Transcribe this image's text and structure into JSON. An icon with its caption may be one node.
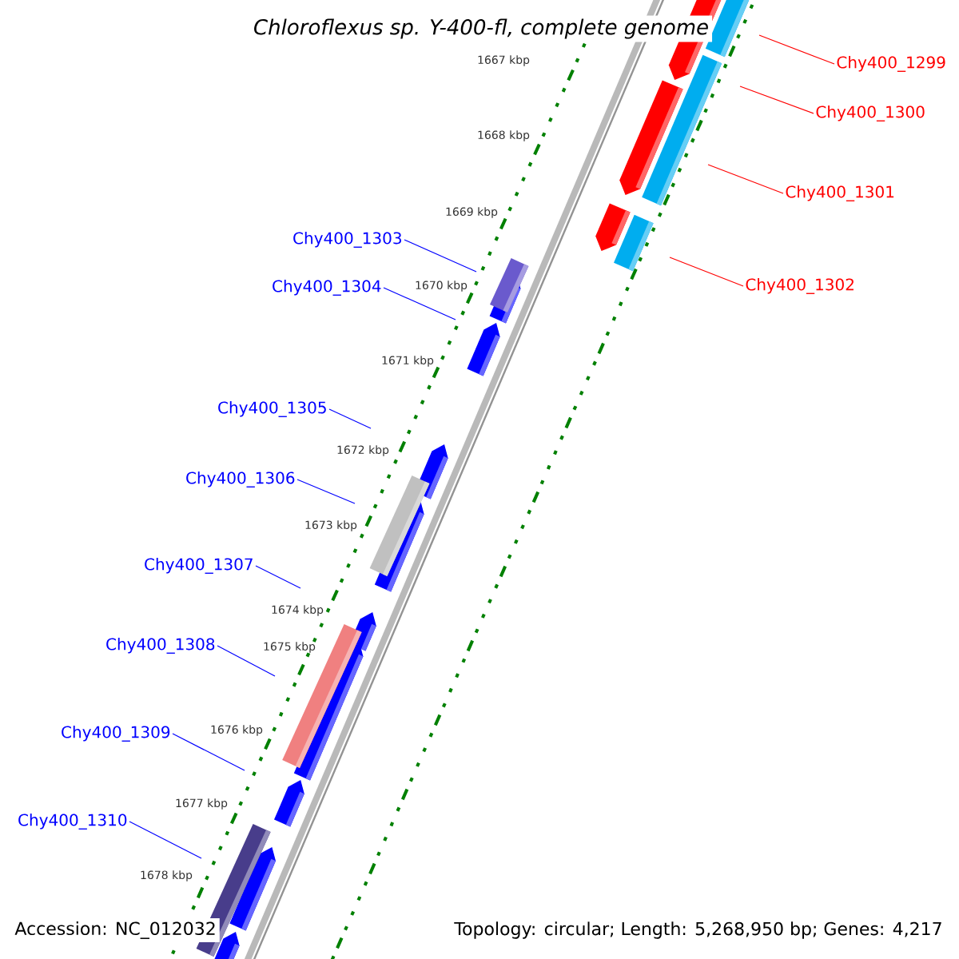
{
  "diagram": {
    "title": "Chloroflexus sp. Y-400-fl, complete genome",
    "nodes": [
      {
        "text": [
          "Chy400_1299"
        ]
      },
      {
        "text": [
          "Chy400_1300"
        ]
      },
      {
        "text": [
          "Chy400_1301"
        ]
      },
      {
        "text": [
          "Chy400_1302"
        ]
      },
      {
        "text": [
          "Chy400_1303"
        ]
      },
      {
        "text": [
          "Chy400_1304"
        ]
      },
      {
        "text": [
          "Chy400_1305"
        ]
      },
      {
        "text": [
          "Chy400_1306"
        ]
      },
      {
        "text": [
          "Chy400_1307"
        ]
      },
      {
        "text": [
          "Chy400_1308"
        ]
      },
      {
        "text": [
          "Chy400_1309"
        ]
      },
      {
        "text": [
          "Chy400_1310"
        ]
      }
    ],
    "edges": [
      {
        "from": 0,
        "to": null,
        "arrow": "none",
        "color": "#ff0000"
      },
      {
        "from": 1,
        "to": null,
        "arrow": "none",
        "color": "#ff0000"
      },
      {
        "from": 2,
        "to": null,
        "arrow": "none",
        "color": "#ff0000"
      },
      {
        "from": 3,
        "to": null,
        "arrow": "none",
        "color": "#ff0000"
      },
      {
        "from": 4,
        "to": null,
        "arrow": "none"
      },
      {
        "from": 5,
        "to": null,
        "arrow": "none"
      },
      {
        "from": 6,
        "to": null,
        "arrow": "none"
      },
      {
        "from": 7,
        "to": null,
        "arrow": "none"
      },
      {
        "from": 8,
        "to": null,
        "arrow": "none"
      },
      {
        "from": 9,
        "to": null,
        "arrow": "none"
      },
      {
        "from": 10,
        "to": null,
        "arrow": "none"
      },
      {
        "from": 11,
        "to": null,
        "arrow": "none"
      }
    ],
    "labels": [
      "1667 kbp",
      "1668 kbp",
      "1669 kbp",
      "1670 kbp",
      "1671 kbp",
      "1672 kbp",
      "1673 kbp",
      "1674 kbp",
      "1675 kbp",
      "1676 kbp",
      "1677 kbp",
      "1678 kbp",
      "Accession: NC_012032",
      "Topology: circular; Length: 5,268,950 bp; Genes: 4,217"
    ]
  }
}
